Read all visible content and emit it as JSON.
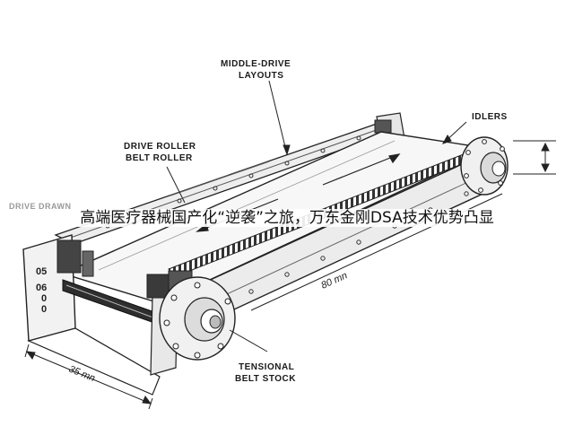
{
  "labels": {
    "middle_drive_line1": "MIDDLE-DRIVE",
    "middle_drive_line2": "LAYOUTS",
    "idlers": "IDLERS",
    "drive_roller_line1": "DRIVE ROLLER",
    "drive_roller_line2": "BELT ROLLER",
    "drive_drawn": "DRIVE DRAWN",
    "tensional_line1": "TENSIONAL",
    "tensional_line2": "BELT STOCK"
  },
  "dimensions": {
    "length": "80 mn",
    "width": "35 mn"
  },
  "gauge_marks": [
    "05",
    "06",
    "0",
    "0"
  ],
  "banner": "高端医疗器械国产化“逆袭”之旅，万东金刚DSA技术优势凸显",
  "colors": {
    "line": "#222222",
    "belt": "#f6f6f6",
    "frame": "#e9e9e9",
    "dark": "#3a3a3a"
  }
}
